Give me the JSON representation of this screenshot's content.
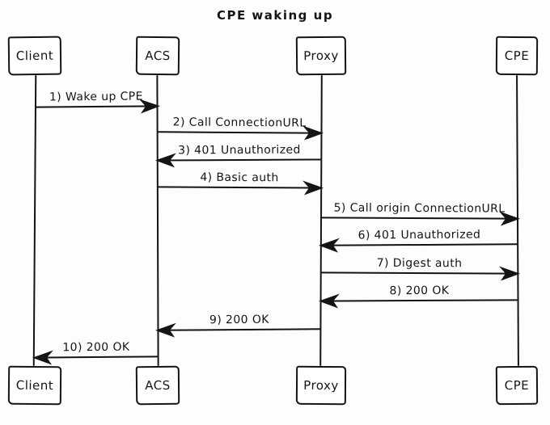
{
  "title": "CPE waking up",
  "diagram": {
    "type": "sequence",
    "style": "hand-drawn",
    "colors": {
      "stroke": "#141414",
      "background": "#fdfdfd",
      "box_fill": "#ffffff"
    },
    "actors": [
      {
        "name": "Client"
      },
      {
        "name": "ACS"
      },
      {
        "name": "Proxy"
      },
      {
        "name": "CPE"
      }
    ],
    "messages": [
      {
        "from": "Client",
        "to": "ACS",
        "label": "1) Wake up CPE"
      },
      {
        "from": "ACS",
        "to": "Proxy",
        "label": "2) Call ConnectionURL"
      },
      {
        "from": "Proxy",
        "to": "ACS",
        "label": "3) 401 Unauthorized"
      },
      {
        "from": "ACS",
        "to": "Proxy",
        "label": "4) Basic auth"
      },
      {
        "from": "Proxy",
        "to": "CPE",
        "label": "5) Call origin ConnectionURL"
      },
      {
        "from": "CPE",
        "to": "Proxy",
        "label": "6) 401 Unauthorized"
      },
      {
        "from": "Proxy",
        "to": "CPE",
        "label": "7) Digest auth"
      },
      {
        "from": "CPE",
        "to": "Proxy",
        "label": "8) 200 OK"
      },
      {
        "from": "Proxy",
        "to": "ACS",
        "label": "9) 200 OK"
      },
      {
        "from": "ACS",
        "to": "Client",
        "label": "10) 200 OK"
      }
    ]
  }
}
